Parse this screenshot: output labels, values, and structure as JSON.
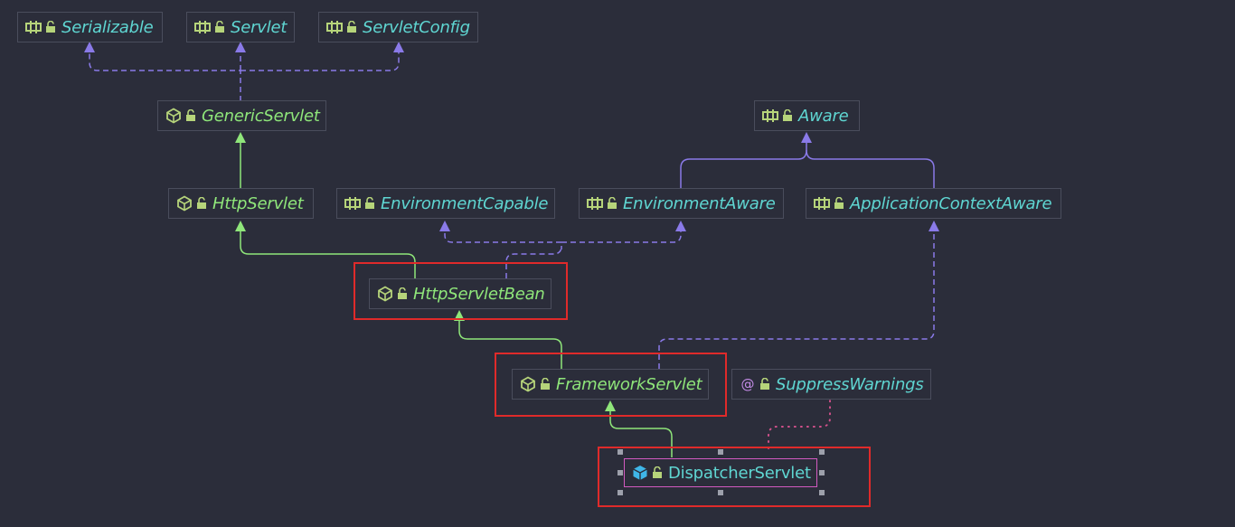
{
  "diagram": {
    "nodes": {
      "serializable": {
        "label": "Serializable",
        "kind": "interface"
      },
      "servlet": {
        "label": "Servlet",
        "kind": "interface"
      },
      "servlet_config": {
        "label": "ServletConfig",
        "kind": "interface"
      },
      "generic_servlet": {
        "label": "GenericServlet",
        "kind": "abstract-class"
      },
      "aware": {
        "label": "Aware",
        "kind": "interface"
      },
      "http_servlet": {
        "label": "HttpServlet",
        "kind": "abstract-class"
      },
      "environment_capable": {
        "label": "EnvironmentCapable",
        "kind": "interface"
      },
      "environment_aware": {
        "label": "EnvironmentAware",
        "kind": "interface"
      },
      "application_context_aware": {
        "label": "ApplicationContextAware",
        "kind": "interface"
      },
      "http_servlet_bean": {
        "label": "HttpServletBean",
        "kind": "abstract-class"
      },
      "framework_servlet": {
        "label": "FrameworkServlet",
        "kind": "abstract-class"
      },
      "suppress_warnings": {
        "label": "SuppressWarnings",
        "kind": "annotation"
      },
      "dispatcher_servlet": {
        "label": "DispatcherServlet",
        "kind": "class"
      }
    },
    "edges": [
      {
        "from": "generic_servlet",
        "to": "serializable",
        "type": "implements"
      },
      {
        "from": "generic_servlet",
        "to": "servlet",
        "type": "implements"
      },
      {
        "from": "generic_servlet",
        "to": "servlet_config",
        "type": "implements"
      },
      {
        "from": "http_servlet",
        "to": "generic_servlet",
        "type": "extends"
      },
      {
        "from": "environment_aware",
        "to": "aware",
        "type": "extends"
      },
      {
        "from": "application_context_aware",
        "to": "aware",
        "type": "extends"
      },
      {
        "from": "http_servlet_bean",
        "to": "http_servlet",
        "type": "extends"
      },
      {
        "from": "http_servlet_bean",
        "to": "environment_capable",
        "type": "implements"
      },
      {
        "from": "http_servlet_bean",
        "to": "environment_aware",
        "type": "implements"
      },
      {
        "from": "framework_servlet",
        "to": "http_servlet_bean",
        "type": "extends"
      },
      {
        "from": "framework_servlet",
        "to": "application_context_aware",
        "type": "implements"
      },
      {
        "from": "dispatcher_servlet",
        "to": "framework_servlet",
        "type": "extends"
      },
      {
        "from": "dispatcher_servlet",
        "to": "suppress_warnings",
        "type": "annotated"
      }
    ],
    "highlighted": [
      "http_servlet_bean",
      "framework_servlet",
      "dispatcher_servlet"
    ],
    "selected": "dispatcher_servlet",
    "colors": {
      "background": "#2b2d3a",
      "extends": "#8fe67a",
      "implements": "#8a7ae8",
      "annotated": "#d0508a",
      "highlight": "#e02a2a",
      "interface_text": "#5fd6d2",
      "class_text": "#8fe67a"
    }
  }
}
